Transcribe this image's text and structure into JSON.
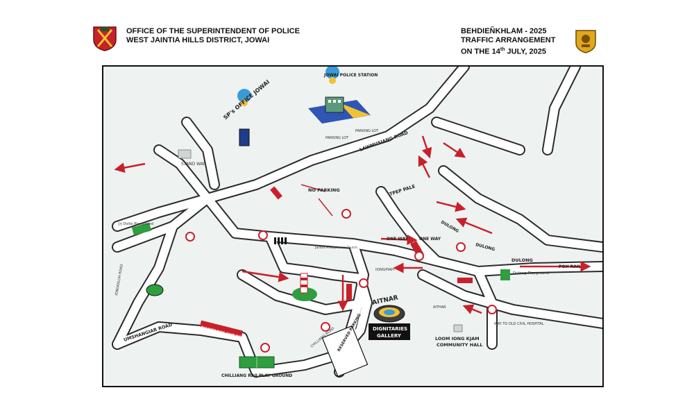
{
  "header": {
    "office_line1": "OFFICE OF THE SUPERINTENDENT OF POLICE",
    "office_line2": "WEST JAINTIA HILLS DISTRICT, JOWAI",
    "event_line1": "BEHDIEÑKHLAM - 2025",
    "event_line2": "TRAFFIC ARRANGEMENT",
    "event_line3_pre": "ON THE 14",
    "event_line3_sup": "th",
    "event_line3_post": " JULY, 2025"
  },
  "map": {
    "sp_office": "SP's OFFICE JOWAI",
    "police_station": "JOWAI POLICE STATION",
    "parking_lot_1": "PARKING LOT",
    "parking_lot_2": "PARKING LOT",
    "lawmusiang_road": "LAWMUSIANG ROAD",
    "stand_war": "STAND WAR",
    "no_parking": "NO PARKING",
    "tpep_pale": "TPEP PALE",
    "dulong_1": "DULONG",
    "dulong_2": "DULONG",
    "dulong_3": "DULONG",
    "poh_rail": "POH RAIL",
    "dulong_playground": "Dulong Playground",
    "one_way_1": "ONE WAY",
    "one_way_2": "ONE WAY",
    "iongpiah": "IONGPIAH",
    "ampicsu": "Jaintia Presbyterian Church",
    "aitnar": "AITNAR",
    "dignitaries_gallery_1": "DIGNITARIES",
    "dignitaries_gallery_2": "GALLERY",
    "loom_iong_kjam_1": "LOOM IONG KJAM",
    "loom_iong_kjam_2": "COMMUNITY HALL",
    "way_old_civil": "WAY TO OLD CIVIL HOSPITAL",
    "umshangiar_road": "UMSHANGIAR ROAD",
    "dignitaries_exit": "DIGNITARIES EXIT ROAD",
    "chilliang_raij": "CHILLIANG RAIJ PLAY GROUND",
    "jrj_dolloi": "Jrj Dolloi Playground",
    "reserved_parking": "RESERVED PARKING",
    "iongkaluh_road": "IONGKALUH ROAD",
    "chilliang_road": "CHILLIANG ROAD",
    "aithar": "AITHAR"
  },
  "colors": {
    "road_outline": "#2b2b2b",
    "arrow_red": "#c8202a",
    "map_bg": "#eef2f1",
    "pin_blue": "#3a9ad9",
    "field_green": "#2e9e3e"
  }
}
